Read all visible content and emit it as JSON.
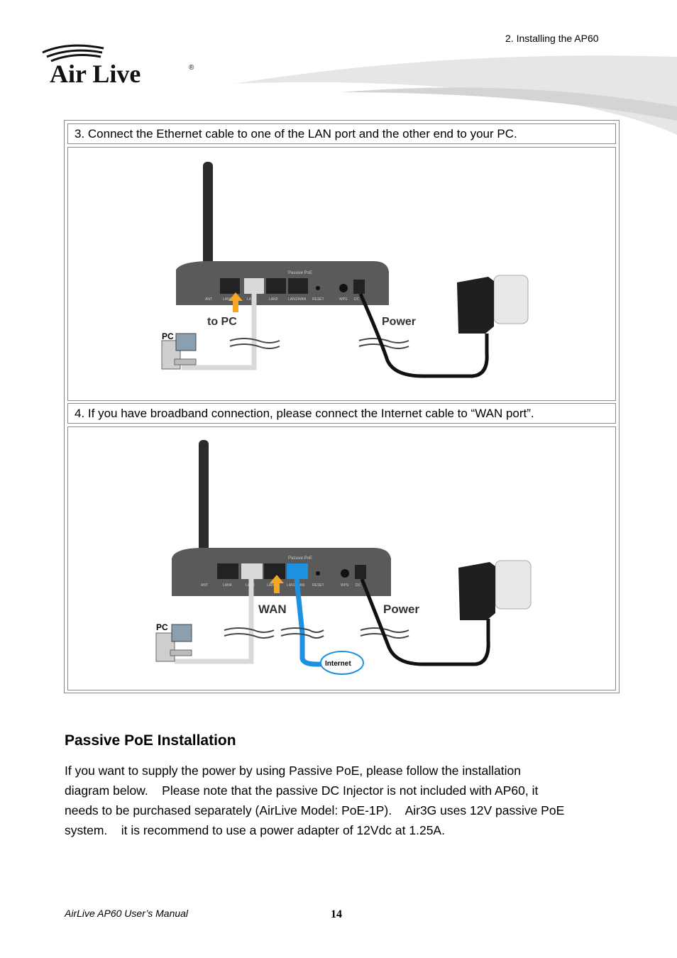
{
  "header": {
    "chapter": "2. Installing the AP60",
    "logo_text": "Air Live",
    "logo_mark": "®"
  },
  "steps": [
    {
      "text": "3. Connect the Ethernet cable to one of the LAN port and the other end to your PC.",
      "figure_labels": {
        "pc": "PC",
        "to_pc": "to PC",
        "power": "Power",
        "passive_poe": "Passive PoE",
        "ports": [
          "ANT",
          "LAN4",
          "LAN3",
          "LAN2",
          "LAN1/WAN",
          "RESET",
          "WPS",
          "DC"
        ]
      }
    },
    {
      "text": "4. If you have broadband connection, please connect the Internet cable to “WAN port”.",
      "figure_labels": {
        "pc": "PC",
        "wan": "WAN",
        "power": "Power",
        "internet": "Internet",
        "passive_poe": "Passive PoE",
        "ports": [
          "ANT",
          "LAN4",
          "LAN3",
          "LAN2",
          "LAN1/WAN",
          "RESET",
          "WPS",
          "DC"
        ]
      }
    }
  ],
  "section": {
    "title": "Passive PoE Installation",
    "body": "If you want to supply the power by using Passive PoE, please follow the installation\ndiagram below.    Please note that the passive DC Injector is not included with AP60, it\nneeds to be purchased separately (AirLive Model: PoE-1P).    Air3G uses 12V passive PoE\nsystem.    it is recommend to use a power adapter of 12Vdc at 1.25A."
  },
  "footer": {
    "manual": "AirLive AP60 User’s Manual",
    "page": "14"
  },
  "colors": {
    "cable_blue": "#1e90e0",
    "arrow_orange": "#f5a623",
    "device_gray": "#5a5a5a"
  }
}
